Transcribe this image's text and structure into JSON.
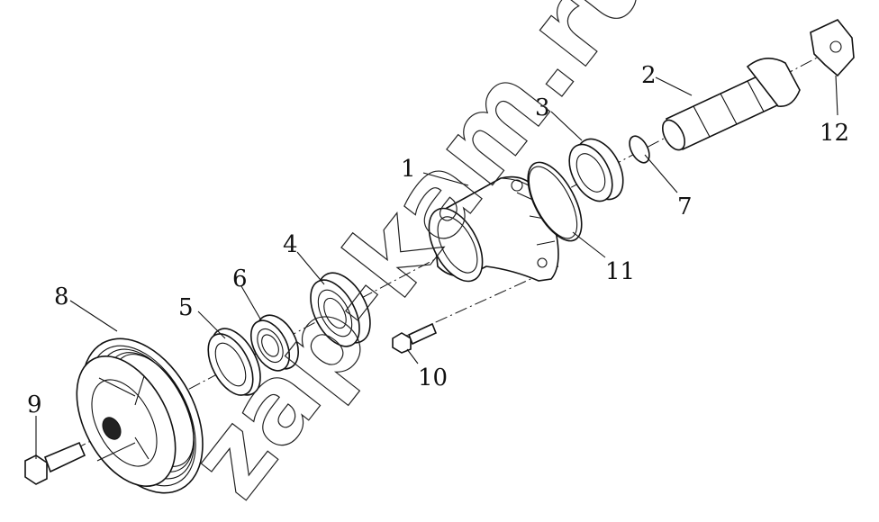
{
  "diagram": {
    "callouts": [
      {
        "id": "1",
        "label": "1"
      },
      {
        "id": "2",
        "label": "2"
      },
      {
        "id": "3",
        "label": "3"
      },
      {
        "id": "4",
        "label": "4"
      },
      {
        "id": "5",
        "label": "5"
      },
      {
        "id": "6",
        "label": "6"
      },
      {
        "id": "7",
        "label": "7"
      },
      {
        "id": "8",
        "label": "8"
      },
      {
        "id": "9",
        "label": "9"
      },
      {
        "id": "10",
        "label": "10"
      },
      {
        "id": "11",
        "label": "11"
      },
      {
        "id": "12",
        "label": "12"
      }
    ],
    "watermark": "zap-kam.ru"
  }
}
